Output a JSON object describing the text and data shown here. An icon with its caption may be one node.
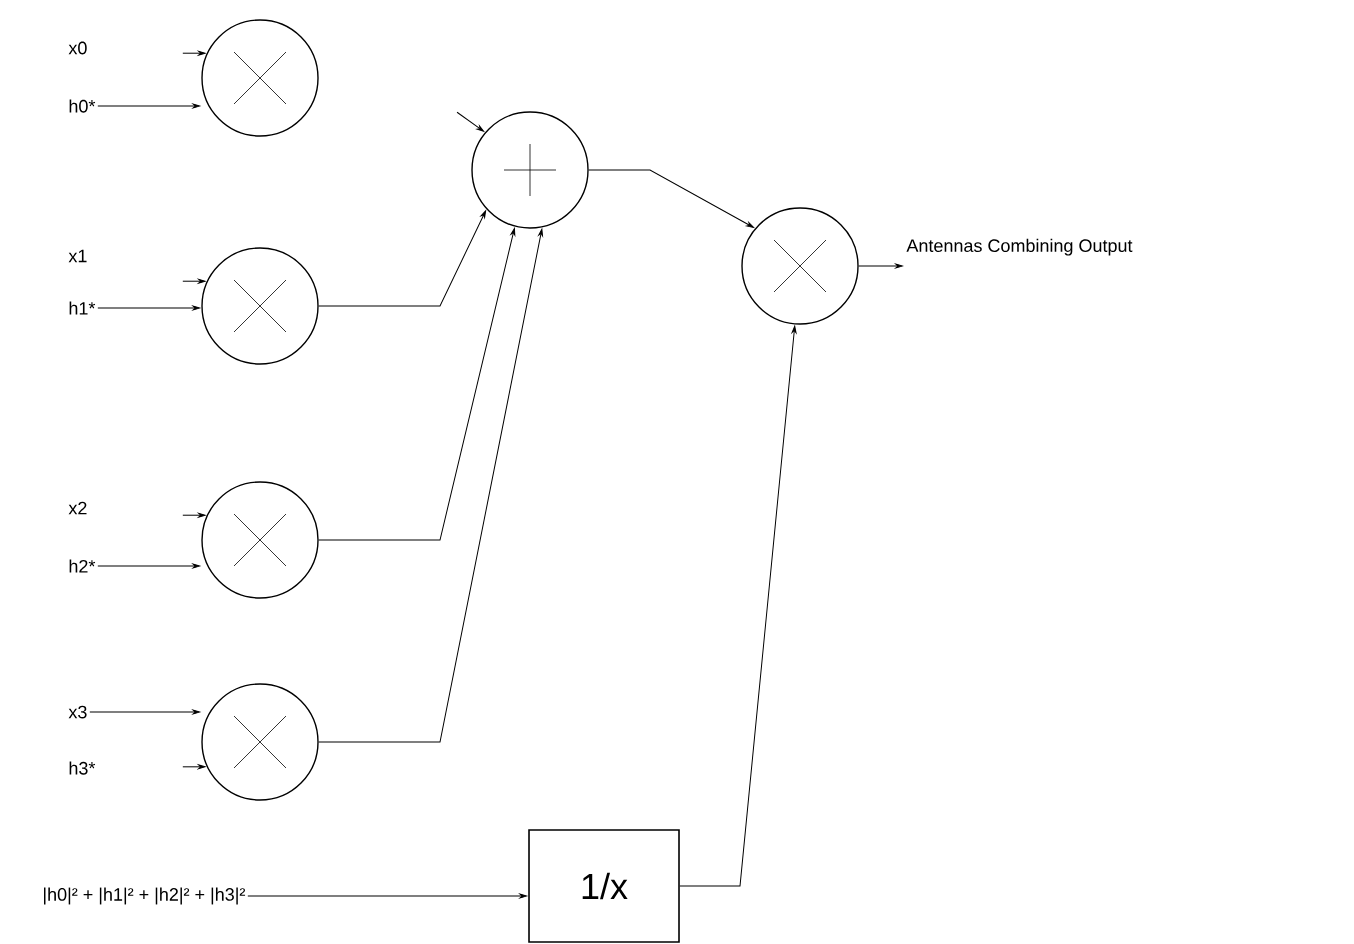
{
  "diagram": {
    "nodes": [
      {
        "text": [
          "h0*"
        ]
      },
      {
        "text": [],
        "shape": "circle"
      },
      {
        "text": [
          "h1*"
        ]
      },
      {
        "text": [],
        "shape": "circle"
      },
      {
        "text": [
          "h2*"
        ]
      },
      {
        "text": [],
        "shape": "circle"
      },
      {
        "text": [
          "x3"
        ]
      },
      {
        "text": [],
        "shape": "circle"
      },
      {
        "text": [],
        "shape": "circle"
      },
      {
        "text": [],
        "shape": "circle"
      },
      {
        "text": [
          "Antennas Combining Output"
        ]
      },
      {
        "text": [
          "|h0|² + |h1|² + |h2|² + |h3|²"
        ]
      },
      {
        "text": [
          "1/x"
        ]
      }
    ],
    "edges": [
      {
        "from": null,
        "to": 1,
        "arrow": "to"
      },
      {
        "from": 0,
        "to": 1,
        "arrow": "to"
      },
      {
        "from": null,
        "to": 3,
        "arrow": "to"
      },
      {
        "from": 2,
        "to": 3,
        "arrow": "to"
      },
      {
        "from": null,
        "to": 5,
        "arrow": "to"
      },
      {
        "from": 4,
        "to": 5,
        "arrow": "to"
      },
      {
        "from": 6,
        "to": 7,
        "arrow": "to"
      },
      {
        "from": null,
        "to": 7,
        "arrow": "to"
      },
      {
        "from": null,
        "to": 8,
        "arrow": "to"
      },
      {
        "from": 3,
        "to": 8,
        "arrow": "to"
      },
      {
        "from": 5,
        "to": 8,
        "arrow": "to"
      },
      {
        "from": 7,
        "to": 8,
        "arrow": "to"
      },
      {
        "from": 8,
        "to": 9,
        "arrow": "to"
      },
      {
        "from": 12,
        "to": 9,
        "arrow": "to"
      },
      {
        "from": 9,
        "to": 10,
        "arrow": "to"
      },
      {
        "from": 11,
        "to": 12,
        "arrow": "to"
      }
    ],
    "labels": [
      "x0",
      "x1",
      "x2",
      "h3*"
    ]
  }
}
